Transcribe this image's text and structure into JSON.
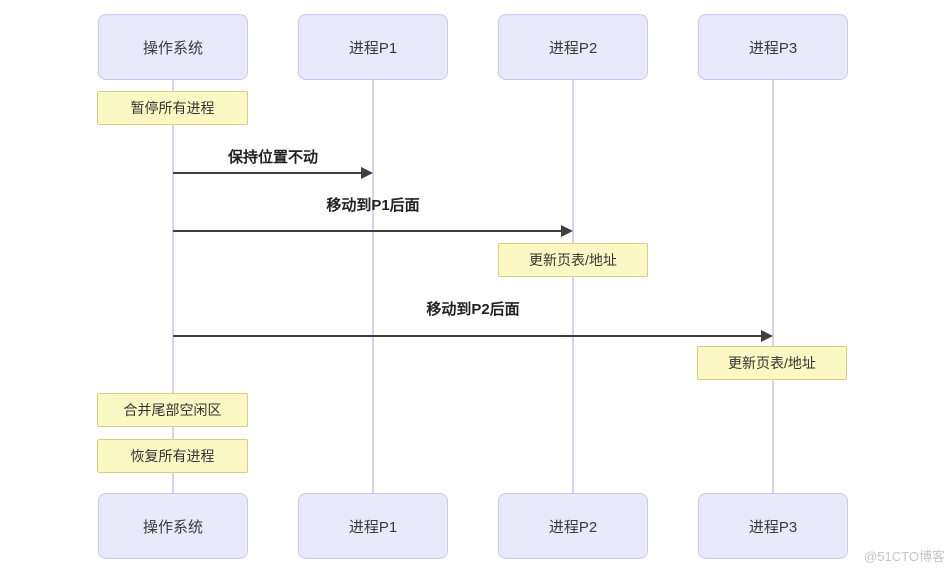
{
  "diagram": {
    "type": "sequence-diagram",
    "participants": [
      {
        "label": "操作系统"
      },
      {
        "label": "进程P1"
      },
      {
        "label": "进程P2"
      },
      {
        "label": "进程P3"
      }
    ],
    "notes": [
      {
        "text": "暂停所有进程",
        "on": "操作系统"
      },
      {
        "text": "更新页表/地址",
        "on": "进程P2"
      },
      {
        "text": "更新页表/地址",
        "on": "进程P3"
      },
      {
        "text": "合并尾部空闲区",
        "on": "操作系统"
      },
      {
        "text": "恢复所有进程",
        "on": "操作系统"
      }
    ],
    "messages": [
      {
        "label": "保持位置不动",
        "from": "操作系统",
        "to": "进程P1"
      },
      {
        "label": "移动到P1后面",
        "from": "操作系统",
        "to": "进程P2"
      },
      {
        "label": "移动到P2后面",
        "from": "操作系统",
        "to": "进程P3"
      }
    ],
    "colors": {
      "participant_fill": "#e9e9fb",
      "participant_border": "#c9c9ef",
      "lifeline": "#d8d2f1",
      "note_fill": "#fcf8c4",
      "note_border": "#d9cf81",
      "arrow": "#3f3f3f",
      "label_text": "#222222",
      "watermark_text": "#c6c6c6"
    }
  },
  "watermark": "@51CTO博客"
}
